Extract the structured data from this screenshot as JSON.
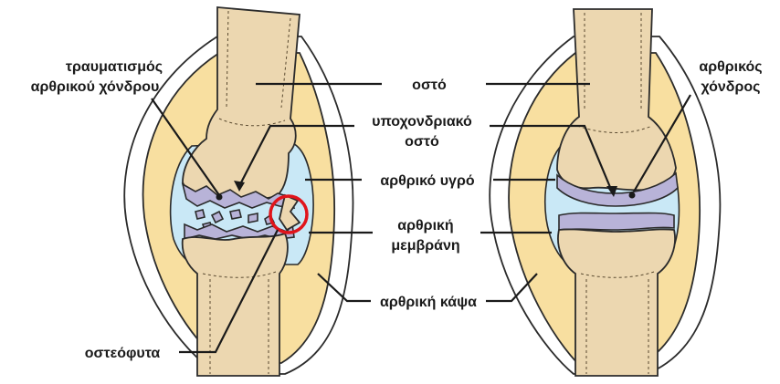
{
  "labels": {
    "injury_line1": "τραυματισμός",
    "injury_line2": "αρθρικού χόνδρου",
    "bone": "οστό",
    "subchondral_line1": "υποχονδριακό",
    "subchondral_line2": "οστό",
    "synovial_fluid": "αρθρικό υγρό",
    "synovial_membrane_line1": "αρθρική",
    "synovial_membrane_line2": "μεμβράνη",
    "joint_capsule": "αρθρική κάψα",
    "osteophytes": "οστεόφυτα",
    "cartilage_line1": "αρθρικός",
    "cartilage_line2": "χόνδρος"
  },
  "colors": {
    "capsule": "#f8dfa0",
    "synovial_fluid": "#c9e8f6",
    "bone": "#ecd7b0",
    "cartilage": "#b8b3d8",
    "highlight_circle": "#e0141b"
  }
}
